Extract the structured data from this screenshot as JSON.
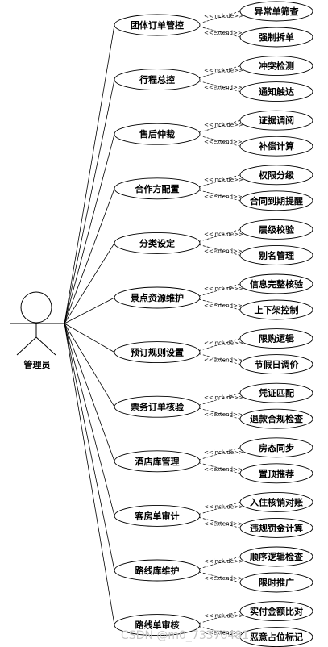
{
  "actor": {
    "label": "管理员"
  },
  "watermark": "CSDN @m0_73370481",
  "stereotypes": {
    "include": "<<include>>",
    "extend": "<<extend>>"
  },
  "groups": [
    {
      "main": "团体订单管控",
      "include": "异常单筛查",
      "extend": "强制拆单"
    },
    {
      "main": "行程总控",
      "include": "冲突检测",
      "extend": "通知触达"
    },
    {
      "main": "售后仲裁",
      "include": "证据调阅",
      "extend": "补偿计算"
    },
    {
      "main": "合作方配置",
      "include": "权限分级",
      "extend": "合同到期提醒"
    },
    {
      "main": "分类设定",
      "include": "层级校验",
      "extend": "别名管理"
    },
    {
      "main": "景点资源维护",
      "include": "信息完整核验",
      "extend": "上下架控制"
    },
    {
      "main": "预订规则设置",
      "include": "限购逻辑",
      "extend": "节假日调价"
    },
    {
      "main": "票务订单核验",
      "include": "凭证匹配",
      "extend": "退款合规检查"
    },
    {
      "main": "酒店库管理",
      "include": "房态同步",
      "extend": "置顶推荐"
    },
    {
      "main": "客房单审计",
      "include": "入住核销对账",
      "extend": "违规罚金计算"
    },
    {
      "main": "路线库维护",
      "include": "顺序逻辑检查",
      "extend": "限时推广"
    },
    {
      "main": "路线单审核",
      "include": "实付金额比对",
      "extend": "恶意占位标记"
    }
  ]
}
